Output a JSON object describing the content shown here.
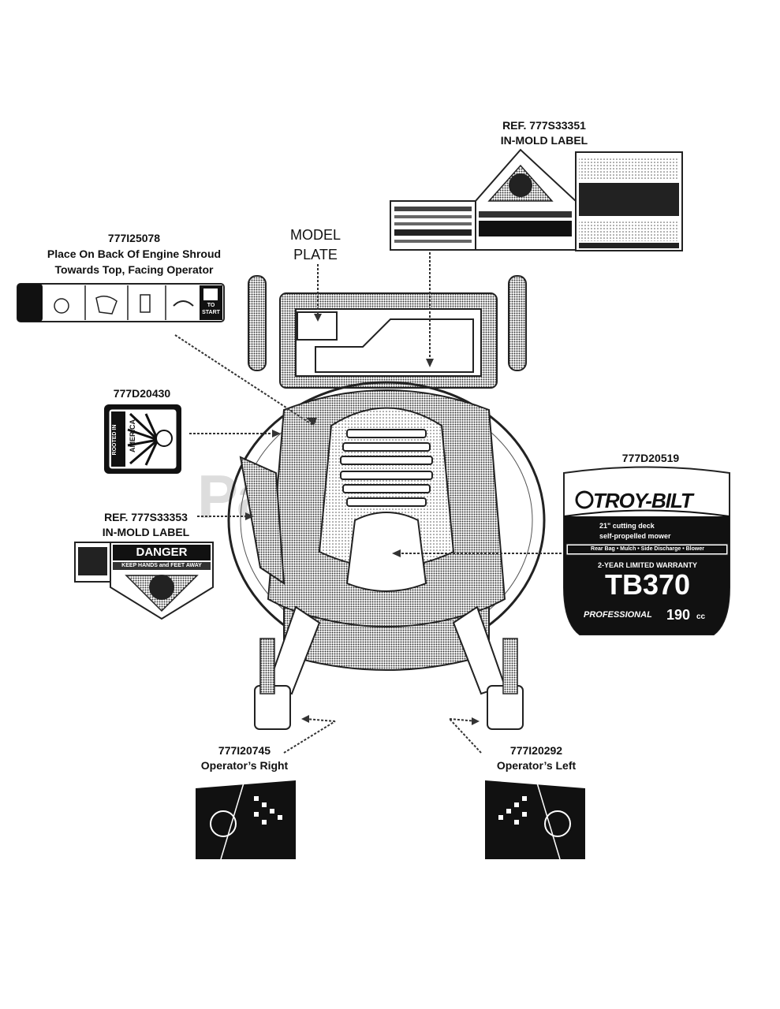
{
  "labels": {
    "ref_777s33351": "REF. 777S33351",
    "in_mold_label_top": "IN-MOLD LABEL",
    "model_plate_1": "MODEL",
    "model_plate_2": "PLATE",
    "p_777i25078": "777I25078",
    "engine_shroud_1": "Place On Back Of Engine Shroud",
    "engine_shroud_2": "Towards Top, Facing Operator",
    "p_777d20430": "777D20430",
    "p_777d20519": "777D20519",
    "ref_777s33353": "REF. 777S33353",
    "in_mold_label_left": "IN-MOLD LABEL",
    "p_777i20745": "777I20745",
    "operators_right": "Operator’s Right",
    "p_777i20292": "777I20292",
    "operators_left": "Operator’s Left"
  },
  "decals": {
    "danger": "DANGER",
    "keep_hands": "KEEP HANDS and FEET AWAY",
    "rooted_1": "ROOTED IN",
    "rooted_2": "AMERICA",
    "troybilt_brand": "TROY-BILT",
    "deck_line1": "21\" cutting deck",
    "deck_line2": "self-propelled mower",
    "features": "Rear Bag • Mulch • Side Discharge • Blower",
    "warranty": "2-YEAR LIMITED WARRANTY",
    "model": "TB370",
    "engine_brand": "PROFESSIONAL",
    "displacement": "190",
    "cc": "cc",
    "to_start": "TO START"
  },
  "watermark": "PartsTree",
  "colors": {
    "ink": "#111111",
    "watermark": "#dddddd",
    "gray": "#9a9a9a"
  }
}
